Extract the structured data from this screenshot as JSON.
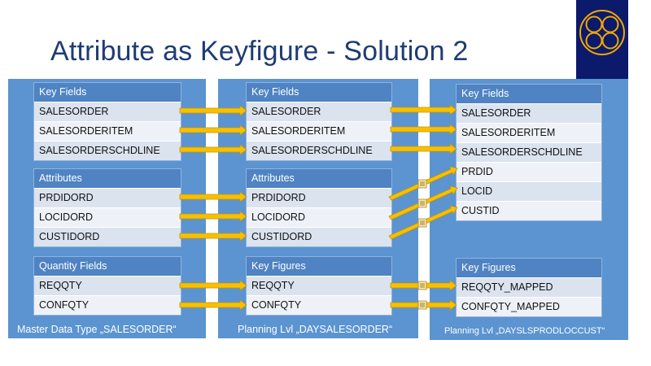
{
  "title": "Attribute as Keyfigure  - Solution 2",
  "panels": {
    "left": {
      "caption": "Master Data Type „SALESORDER“"
    },
    "middle": {
      "caption": "Planning Lvl „DAYSALESORDER“"
    },
    "right": {
      "caption": "Planning Lvl „DAYSLSPRODLOCCUST“"
    }
  },
  "tables": {
    "left_key": {
      "header": "Key Fields",
      "rows": [
        "SALESORDER",
        "SALESORDERITEM",
        "SALESORDERSCHDLINE"
      ]
    },
    "left_attr": {
      "header": "Attributes",
      "rows": [
        "PRDIDORD",
        "LOCIDORD",
        "CUSTIDORD"
      ]
    },
    "left_qty": {
      "header": "Quantity Fields",
      "rows": [
        "REQQTY",
        "CONFQTY"
      ]
    },
    "mid_key": {
      "header": "Key Fields",
      "rows": [
        "SALESORDER",
        "SALESORDERITEM",
        "SALESORDERSCHDLINE"
      ]
    },
    "mid_attr": {
      "header": "Attributes",
      "rows": [
        "PRDIDORD",
        "LOCIDORD",
        "CUSTIDORD"
      ]
    },
    "mid_kf": {
      "header": "Key Figures",
      "rows": [
        "REQQTY",
        "CONFQTY"
      ]
    },
    "right_key": {
      "header": "Key Fields",
      "rows": [
        "SALESORDER",
        "SALESORDERITEM",
        "SALESORDERSCHDLINE",
        "PRDID",
        "LOCID",
        "CUSTID"
      ]
    },
    "right_kf": {
      "header": "Key Figures",
      "rows": [
        "REQQTY_MAPPED",
        "CONFQTY_MAPPED"
      ]
    }
  },
  "colors": {
    "arrow": "#f7c000",
    "arrow_stroke": "#c99400",
    "panel": "#5b94d0",
    "header": "#4f83c3",
    "title": "#1f3c73",
    "logo_bg": "#0c1a6b",
    "logo_ring": "#f2a700"
  },
  "icons": {
    "logo": "four-circles-logo-icon",
    "flow_marker": "calculation-marker-icon"
  }
}
